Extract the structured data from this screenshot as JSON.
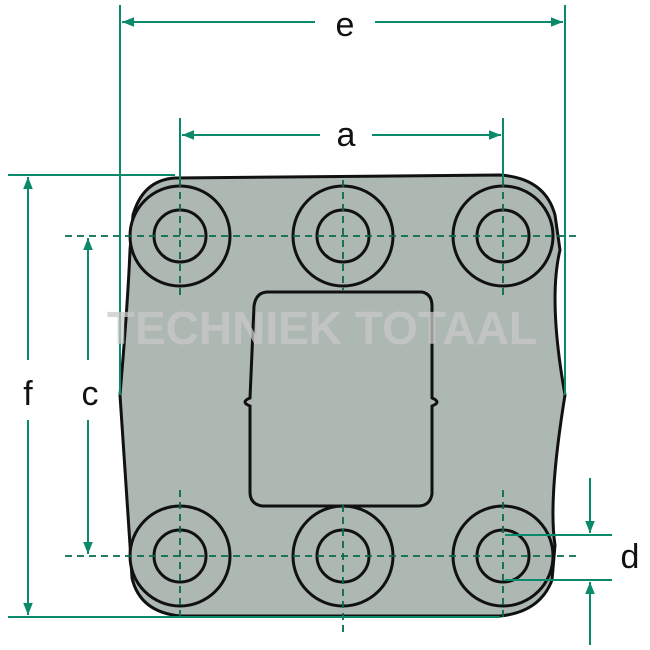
{
  "labels": {
    "e": "e",
    "a": "a",
    "f": "f",
    "c": "c",
    "d": "d"
  },
  "watermark": "TECHNIEK TOTAAL",
  "colors": {
    "plate": "#aeb8b2",
    "outline": "#111111",
    "dimension": "#0a8a6a"
  }
}
